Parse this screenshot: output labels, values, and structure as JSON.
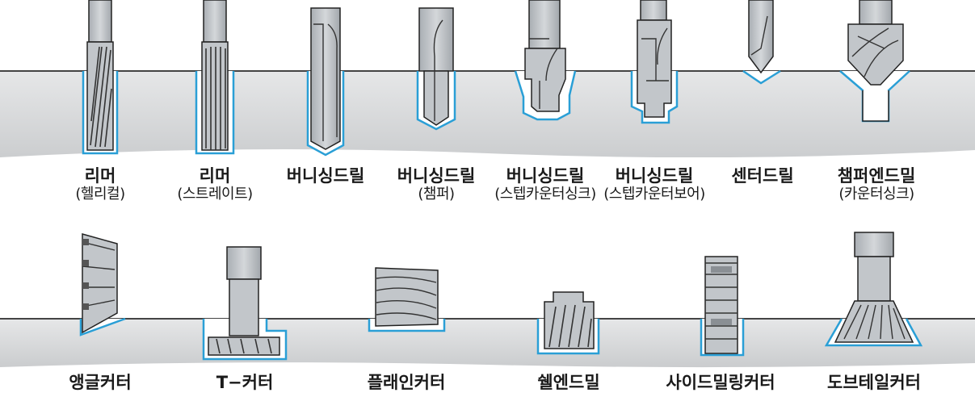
{
  "row1": [
    {
      "name": "리머",
      "sub": "(헬리컬)"
    },
    {
      "name": "리머",
      "sub": "(스트레이트)"
    },
    {
      "name": "버니싱드릴",
      "sub": ""
    },
    {
      "name": "버니싱드릴",
      "sub": "(챔퍼)"
    },
    {
      "name": "버니싱드릴",
      "sub": "(스텝카운터싱크)"
    },
    {
      "name": "버니싱드릴",
      "sub": "(스텝카운터보어)"
    },
    {
      "name": "센터드릴",
      "sub": ""
    },
    {
      "name": "챔퍼엔드밀",
      "sub": "(카운터싱크)"
    }
  ],
  "row2": [
    {
      "name": "앵글커터"
    },
    {
      "name": "T−커터"
    },
    {
      "name": "플래인커터"
    },
    {
      "name": "쉘엔드밀"
    },
    {
      "name": "사이드밀링커터"
    },
    {
      "name": "도브테일커터"
    }
  ],
  "colors": {
    "surface": "#d2d4d6",
    "edge": "#3a3a3a",
    "tool": "#b9bdc1",
    "tool_dark": "#7c8186",
    "outline": "#222222",
    "cut": "#2a9fd6"
  }
}
